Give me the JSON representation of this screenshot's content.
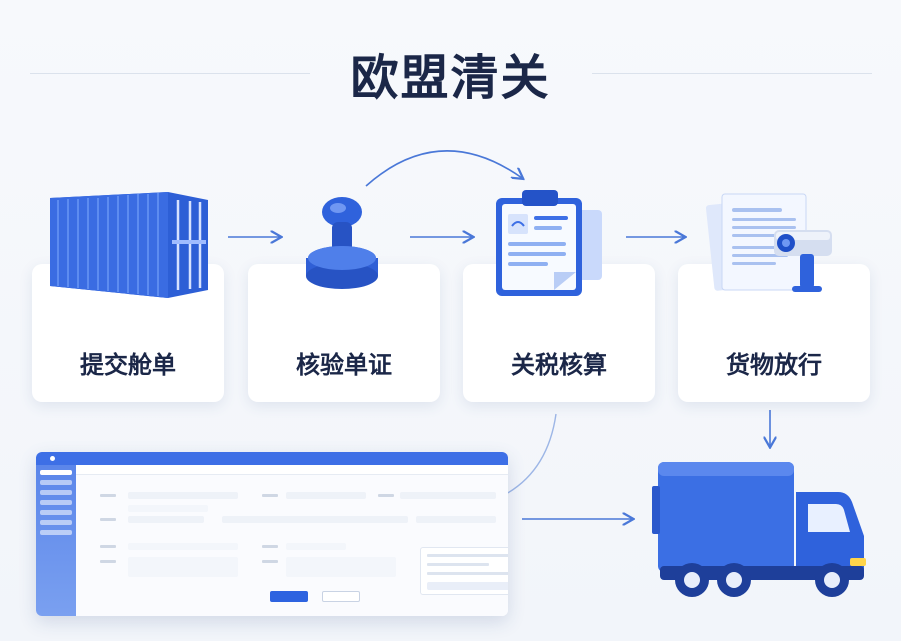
{
  "title": "欧盟清关",
  "steps": [
    {
      "label": "提交舱单",
      "icon": "shipping-container-icon"
    },
    {
      "label": "核验单证",
      "icon": "rubber-stamp-icon"
    },
    {
      "label": "关税核算",
      "icon": "clipboard-document-icon"
    },
    {
      "label": "货物放行",
      "icon": "document-scanner-icon"
    }
  ],
  "outcome_icon": "delivery-truck-icon",
  "software_panel_icon": "customs-software-window-icon",
  "colors": {
    "primary_blue": "#3d6fe6",
    "dark_blue": "#1f4fc8",
    "title_navy": "#1b2748",
    "arrow": "#4a78d8"
  }
}
